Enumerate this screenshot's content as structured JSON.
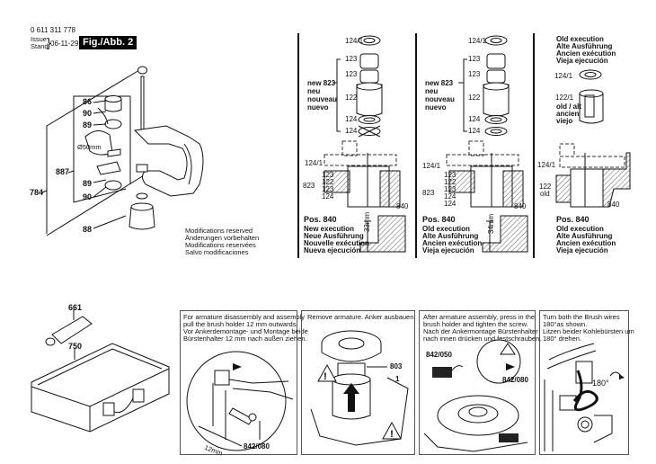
{
  "header": {
    "part_number": "0 611 311 778",
    "issue_label": "Issue",
    "stand_label": "Stand",
    "date": "06-11-29",
    "figure_label": "Fig./Abb. 2"
  },
  "assembly_left": {
    "labels": [
      "86",
      "90",
      "89",
      "Ø50mm",
      "887",
      "89",
      "90",
      "784",
      "88"
    ],
    "notice": [
      "Modifications reserved",
      "Änderungen vorbehalten",
      "Modifications reservées",
      "Salvo modificaciones"
    ]
  },
  "panel_new": {
    "parts_top": [
      "124/1",
      "123",
      "123",
      "122",
      "124",
      "124"
    ],
    "group_label": [
      "new 823",
      "neu",
      "nouveau",
      "nuevo"
    ],
    "section_labels": [
      "124/1",
      "123",
      "122",
      "123",
      "124",
      "823",
      "840"
    ],
    "dimension": "33mm",
    "caption": [
      "Pos. 840",
      "New execution",
      "Neue Ausführung",
      "Nouvelle exécution",
      "Nueva ejecución"
    ]
  },
  "panel_old_new823": {
    "parts_top": [
      "124/1",
      "123",
      "123",
      "122",
      "124",
      "124"
    ],
    "group_label": [
      "new 823",
      "neu",
      "nouveau",
      "nuevo"
    ],
    "section_labels": [
      "124/1",
      "123",
      "122",
      "123",
      "124",
      "124",
      "823",
      "840"
    ],
    "dimension": "34mm",
    "caption": [
      "Pos. 840",
      "Old execution",
      "Alte Ausführung",
      "Ancien exécution",
      "Vieja ejecución"
    ]
  },
  "panel_old": {
    "heading": [
      "Old execution",
      "Alte Ausführung",
      "Ancien exécution",
      "Vieja ejecución"
    ],
    "parts_top": [
      "124/1",
      "122/1"
    ],
    "old_label": [
      "old / alt",
      "ancien",
      "viejo"
    ],
    "section_labels": [
      "124/1",
      "122",
      "old",
      "840"
    ],
    "caption": [
      "Pos. 840",
      "Old execution",
      "Alte Ausführung",
      "Ancien exécution",
      "Vieja ejecución"
    ]
  },
  "accessories": {
    "labels": [
      "661",
      "750"
    ]
  },
  "instructions": [
    {
      "text": [
        "For armature disassembly and assembly",
        "pull the brush holder 12 mm outwards.",
        "Vor Ankerdemontage- und Montage beide",
        "Bürstenhalter 12 mm nach außen ziehen."
      ],
      "labels": [
        "12mm",
        "842/080"
      ]
    },
    {
      "text": [
        "Remove armature.  Anker ausbauen."
      ],
      "labels": [
        "803",
        "1"
      ]
    },
    {
      "text": [
        "After armature assembly, press in the",
        "brush holder and tighten the screw.",
        "Nach der Ankermontage Bürstenhalter",
        "nach innen drücken und festschrauben."
      ],
      "labels": [
        "842/050",
        "842/080"
      ]
    },
    {
      "text": [
        "Turn both the Brush wires",
        "180°as shown.",
        "Litzen beider Kohlebürsten um",
        "180° drehen."
      ],
      "labels": [
        "180°"
      ]
    }
  ]
}
